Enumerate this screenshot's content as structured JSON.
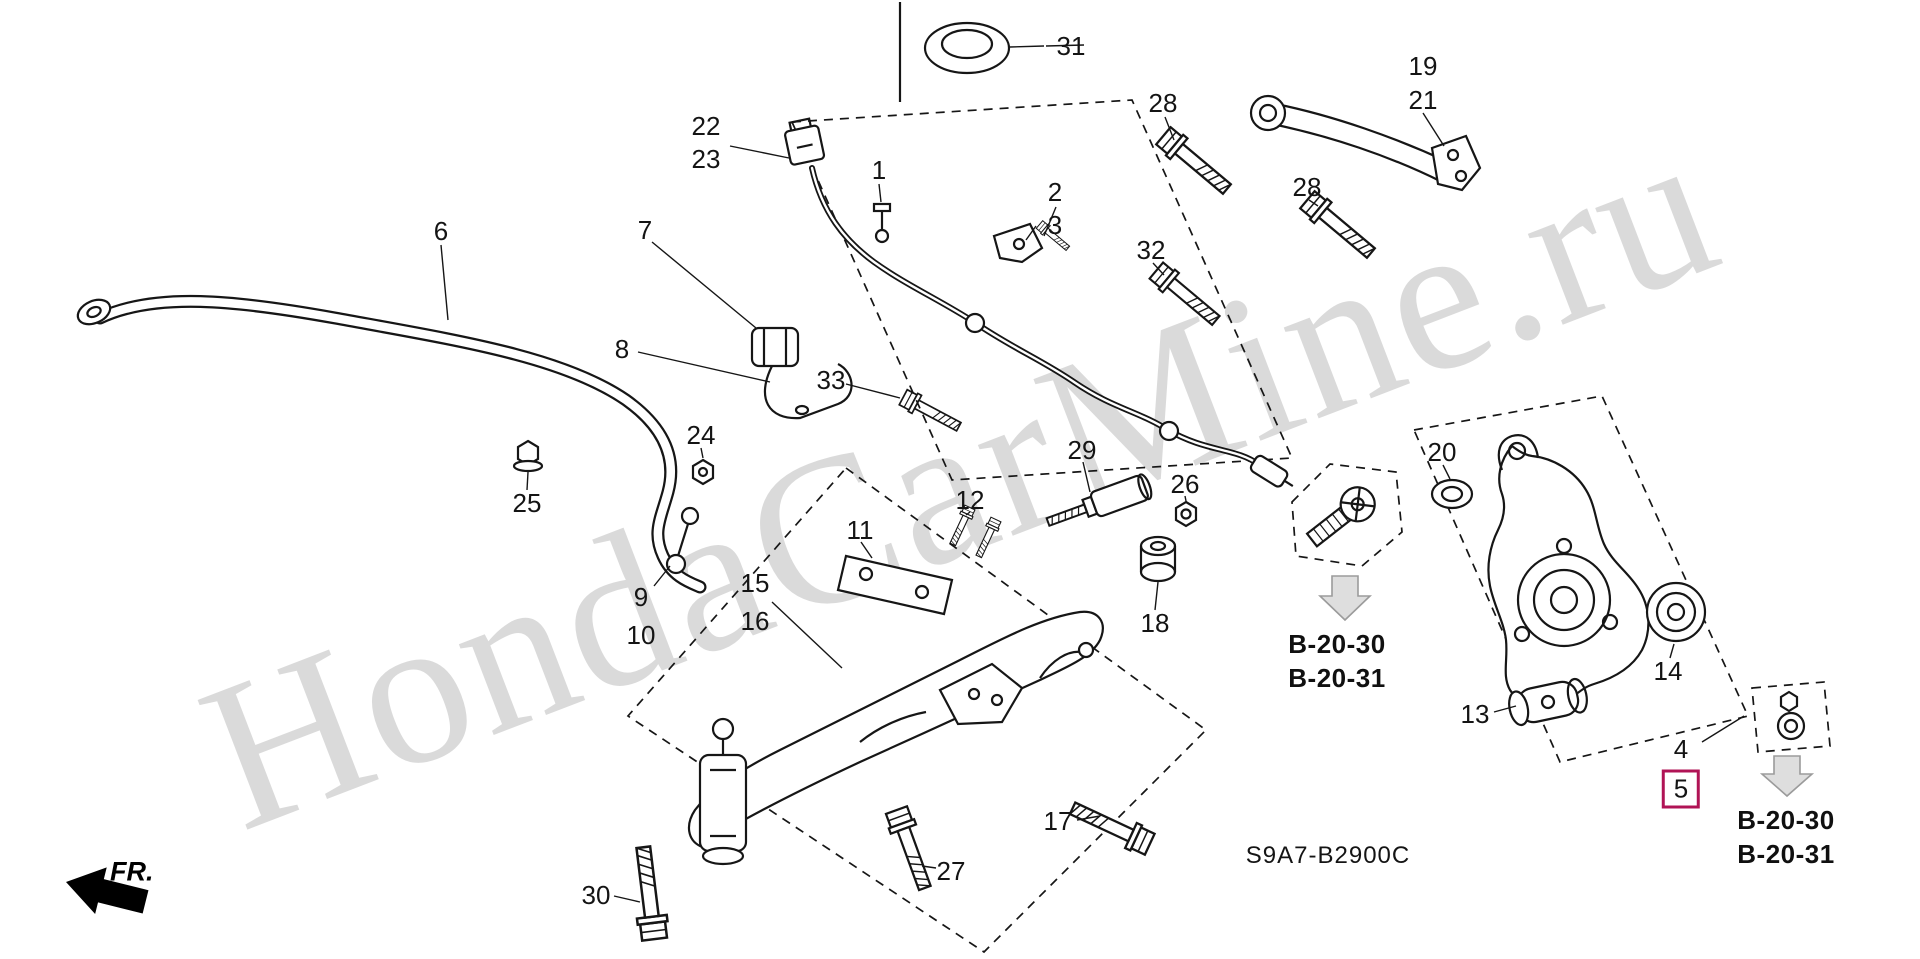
{
  "meta": {
    "watermark": "HondaCarMine.ru",
    "diagram_code": "S9A7-B2900C",
    "fr_label": "FR.",
    "highlight_color": "#b01355"
  },
  "callouts": {
    "c1": "1",
    "c2": "2",
    "c3": "3",
    "c4": "4",
    "c5": "5",
    "c6": "6",
    "c7": "7",
    "c8": "8",
    "c9": "9",
    "c10": "10",
    "c11": "11",
    "c12": "12",
    "c13": "13",
    "c14": "14",
    "c15": "15",
    "c16": "16",
    "c17": "17",
    "c18": "18",
    "c19": "19",
    "c20": "20",
    "c21": "21",
    "c22": "22",
    "c23": "23",
    "c24": "24",
    "c25": "25",
    "c26": "26",
    "c27": "27",
    "c28a": "28",
    "c28b": "28",
    "c29": "29",
    "c30": "30",
    "c31": "31",
    "c32": "32",
    "c33": "33"
  },
  "refs": {
    "left_top": "B-20-30",
    "left_bottom": "B-20-31",
    "right_top": "B-20-30",
    "right_bottom": "B-20-31"
  }
}
